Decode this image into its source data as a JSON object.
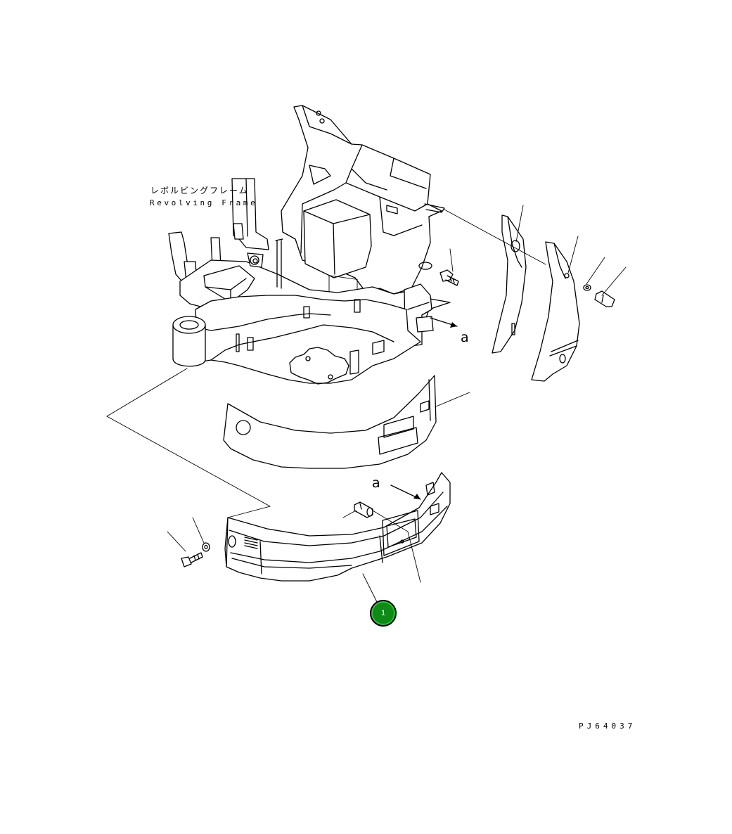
{
  "labels": {
    "revolving_frame_jp": "レボルビングフレーム",
    "revolving_frame_en": "Revolving Frame",
    "arrow_upper": "a",
    "arrow_lower": "a",
    "drawing_code": "PJ64037"
  },
  "callouts": [
    {
      "number": "1",
      "color": "#0f8a17"
    }
  ]
}
